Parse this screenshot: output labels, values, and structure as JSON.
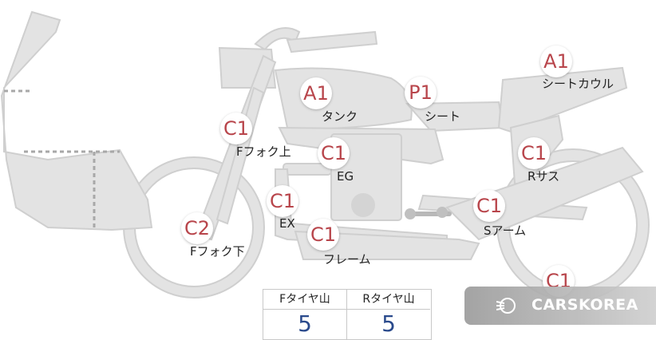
{
  "badges": {
    "tank": "A1",
    "seat_cowl": "A1",
    "seat": "P1",
    "f_fork_upper": "C1",
    "eg": "C1",
    "r_sus": "C1",
    "ex": "C1",
    "s_arm": "C1",
    "frame": "C1",
    "f_fork_lower": "C2",
    "rear_wheel": "C1"
  },
  "labels": {
    "tank": "タンク",
    "seat_cowl": "シートカウル",
    "seat": "シート",
    "f_fork_upper": "Fフォク上",
    "eg": "EG",
    "r_sus": "Rサス",
    "ex": "EX",
    "s_arm": "Sアーム",
    "frame": "フレーム",
    "f_fork_lower": "Fフォク下"
  },
  "tread_table": {
    "front_header": "Fタイヤ山",
    "rear_header": "Rタイヤ山",
    "front_value": "5",
    "rear_value": "5"
  },
  "brand": {
    "name": "CARSKOREA"
  },
  "colors": {
    "part_fill": "#e3e3e3",
    "part_stroke": "#cfcfcf",
    "badge_text": "#b8454b",
    "value_text": "#2a4a8c"
  }
}
